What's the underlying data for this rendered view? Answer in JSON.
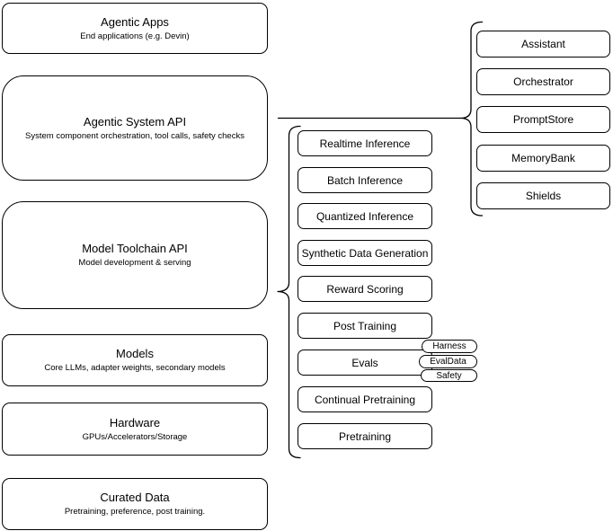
{
  "colors": {
    "stroke": "#000000",
    "fill": "#ffffff",
    "text": "#000000"
  },
  "left_stack": [
    {
      "title": "Agentic Apps",
      "subtitle": "End applications (e.g. Devin)"
    },
    {
      "title": "Agentic System API",
      "subtitle": "System component orchestration, tool calls, safety checks"
    },
    {
      "title": "Model Toolchain API",
      "subtitle": "Model development & serving"
    },
    {
      "title": "Models",
      "subtitle": "Core LLMs, adapter weights, secondary models"
    },
    {
      "title": "Hardware",
      "subtitle": "GPUs/Accelerators/Storage"
    },
    {
      "title": "Curated Data",
      "subtitle": "Pretraining, preference, post training."
    }
  ],
  "toolchain_components": [
    "Realtime Inference",
    "Batch Inference",
    "Quantized Inference",
    "Synthetic Data Generation",
    "Reward Scoring",
    "Post Training",
    "Evals",
    "Continual Pretraining",
    "Pretraining"
  ],
  "eval_tags": [
    "Harness",
    "EvalData",
    "Safety"
  ],
  "system_components": [
    "Assistant",
    "Orchestrator",
    "PromptStore",
    "MemoryBank",
    "Shields"
  ]
}
